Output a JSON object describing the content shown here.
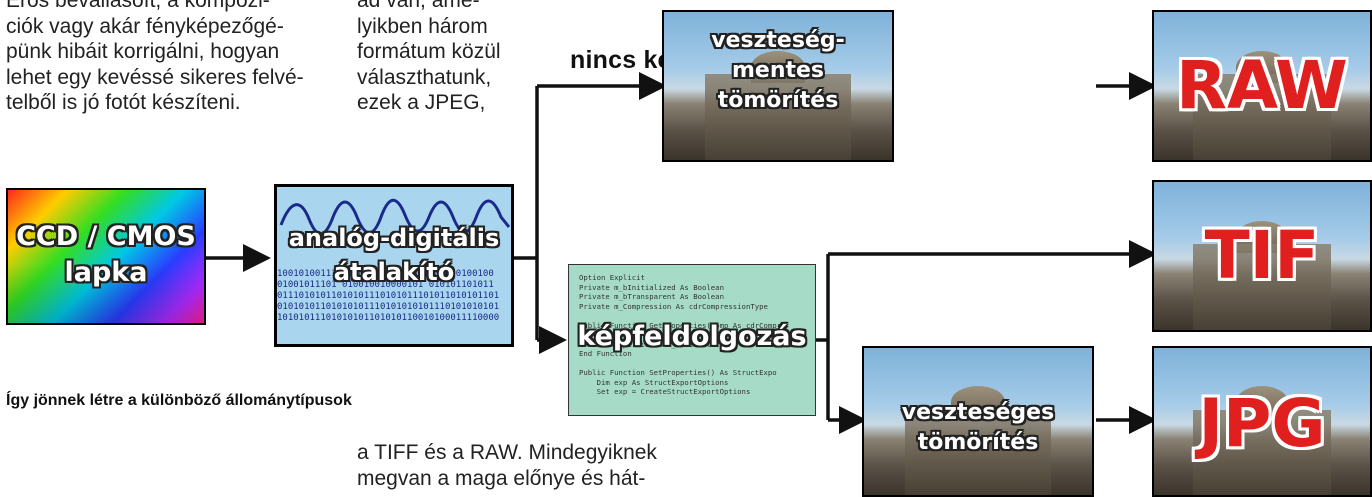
{
  "left_column": {
    "lines": [
      "Erős bevallásoft, a kompozi-",
      "ciók vagy akár fényképezőgé-",
      "pünk hibáit korrigálni, hogyan",
      "lehet egy kevéssé sikeres felvé-",
      "telből is jó fotót készíteni."
    ]
  },
  "middle_column": {
    "lines": [
      "ad van, ame-",
      "lyikben három",
      "formátum közül",
      "választhatunk,",
      "ezek a JPEG,"
    ]
  },
  "bottom_text": {
    "lines": [
      "a TIFF és a RAW. Mindegyiknek",
      "megvan a maga előnye és hát-"
    ]
  },
  "caption": "Így jönnek létre a különböző állománytípusok",
  "diagram": {
    "ccd": {
      "line1": "CCD / CMOS",
      "line2": "lapka"
    },
    "adc": {
      "line1": "analóg-digitális",
      "line2": "átalakító",
      "bits": [
        "10010100111 01001101001000 1100000100100",
        "01001011101 010010010000101 010101101011",
        "01110101011010101110101011101011010101101",
        "01010101101010101110101010101110101010101",
        "10101011101010101101010110010100011110000"
      ]
    },
    "processing": {
      "label": "képfeldolgozás",
      "code": "Option Explicit\nPrivate m_bInitialized As Boolean\nPrivate m_bTransparent As Boolean\nPrivate m_Compression As cdrCompressionType\n\nPublic Function GetProperties(Comp As cdrCompr\n    \n    GetProperties = m_bInitialized\nEnd Function\n\nPublic Function SetProperties() As StructExpo\n    Dim exp As StructExportOptions\n    Set exp = CreateStructExportOptions"
    },
    "no_processing_label": "nincs képfeldolgozás",
    "lossless": {
      "line1": "veszteség-",
      "line2": "mentes",
      "line3": "tömörítés"
    },
    "lossy": {
      "line1": "veszteséges",
      "line2": "tömörítés"
    },
    "formats": {
      "raw": "RAW",
      "tif": "TIF",
      "jpg": "JPG"
    }
  },
  "colors": {
    "adc_bg": "#a9d6ee",
    "processing_bg": "#a6dcc7",
    "format_text": "#e01f1f"
  }
}
